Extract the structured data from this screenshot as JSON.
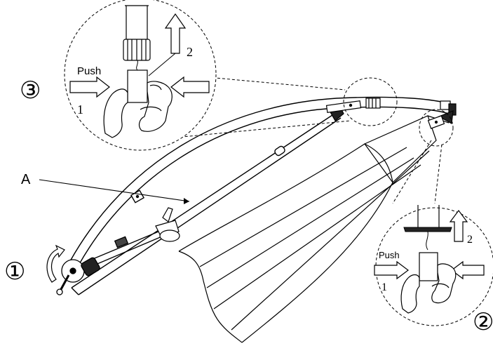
{
  "labels": {
    "step1": "①",
    "step2": "②",
    "step3": "③",
    "part_a": "A",
    "detail_top": {
      "push": "Push",
      "num_1": "1",
      "num_2": "2"
    },
    "detail_bottom": {
      "push": "Push",
      "num_1": "1",
      "num_2": "2"
    }
  }
}
